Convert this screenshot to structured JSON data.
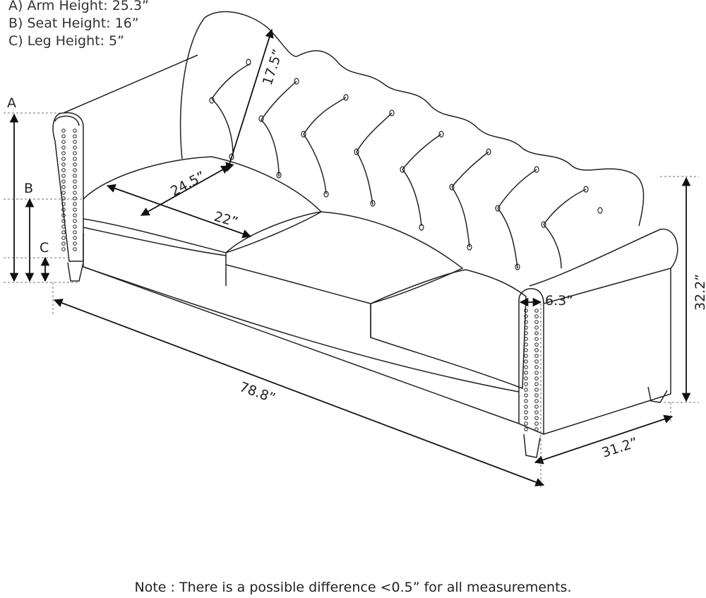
{
  "legend": {
    "arm_height": "A) Arm Height: 25.3”",
    "seat_height": "B) Seat Height: 16”",
    "leg_height": "C) Leg Height: 5”"
  },
  "markers": {
    "a": "A",
    "b": "B",
    "c": "C"
  },
  "dimensions": {
    "back_height": "17.5”",
    "seat_depth": "24.5”",
    "cushion_width": "22”",
    "total_width": "78.8”",
    "arm_width": "6.3”",
    "total_height": "32.2”",
    "total_depth": "31.2”"
  },
  "note": "Note : There is a possible difference <0.5” for all measurements."
}
